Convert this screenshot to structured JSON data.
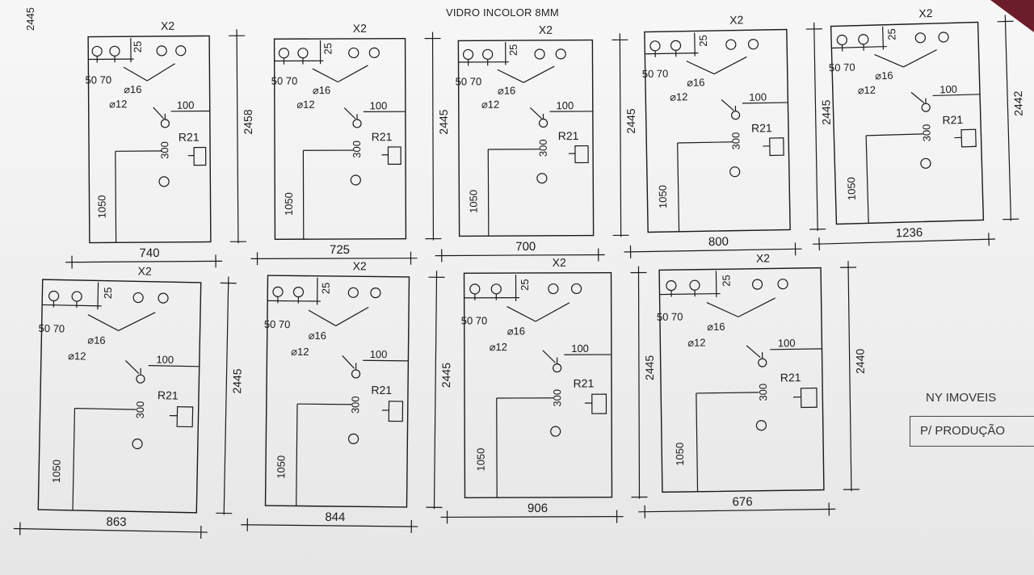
{
  "header": {
    "title": "VIDRO INCOLOR 8MM",
    "side_number": "2445"
  },
  "company": {
    "name": "NY IMOVEIS",
    "stamp": "P/ PRODUÇÃO"
  },
  "common_labels": {
    "quantity": "X2",
    "hole_spacing": "50 70",
    "diameter_large": "⌀16",
    "diameter_small": "⌀12",
    "top_offset": "25",
    "edge_offset": "100",
    "radius": "R21",
    "notch_offset": "300",
    "height_offset": "1050"
  },
  "panels": [
    {
      "width": "740",
      "height": "2458"
    },
    {
      "width": "725",
      "height": "2445"
    },
    {
      "width": "700",
      "height": "2445"
    },
    {
      "width": "800",
      "height": "2445"
    },
    {
      "width": "1236",
      "height": "2442"
    },
    {
      "width": "863",
      "height": "2445"
    },
    {
      "width": "844",
      "height": "2445"
    },
    {
      "width": "906",
      "height": "2445"
    },
    {
      "width": "676",
      "height": "2440"
    }
  ]
}
